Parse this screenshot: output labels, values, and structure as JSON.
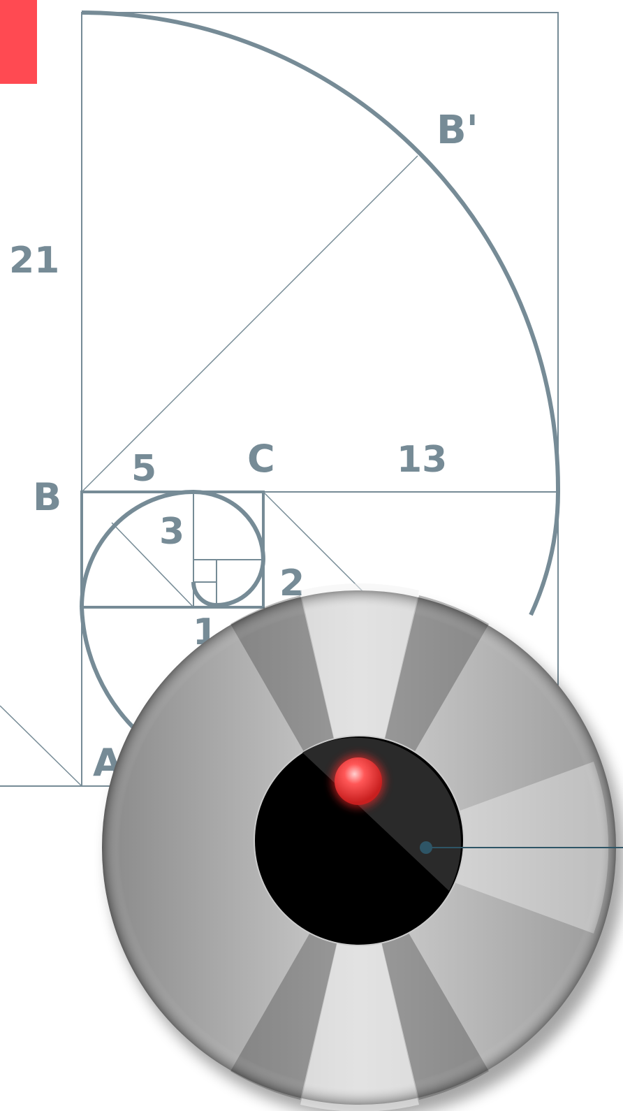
{
  "diagram": {
    "labels": {
      "n21": "21",
      "b_prime": "B'",
      "n5": "5",
      "c": "C",
      "n13": "13",
      "b": "B",
      "n3": "3",
      "n2": "2",
      "n1": "1",
      "a": "A"
    },
    "colors": {
      "line": "#768b96",
      "accent_red": "#ff4a52",
      "dial_dark": "#000000",
      "indicator_dot": "#ff3a3a",
      "pointer_line": "#2e5566"
    }
  },
  "knob": {
    "indicator": "red-glowing-dot"
  }
}
